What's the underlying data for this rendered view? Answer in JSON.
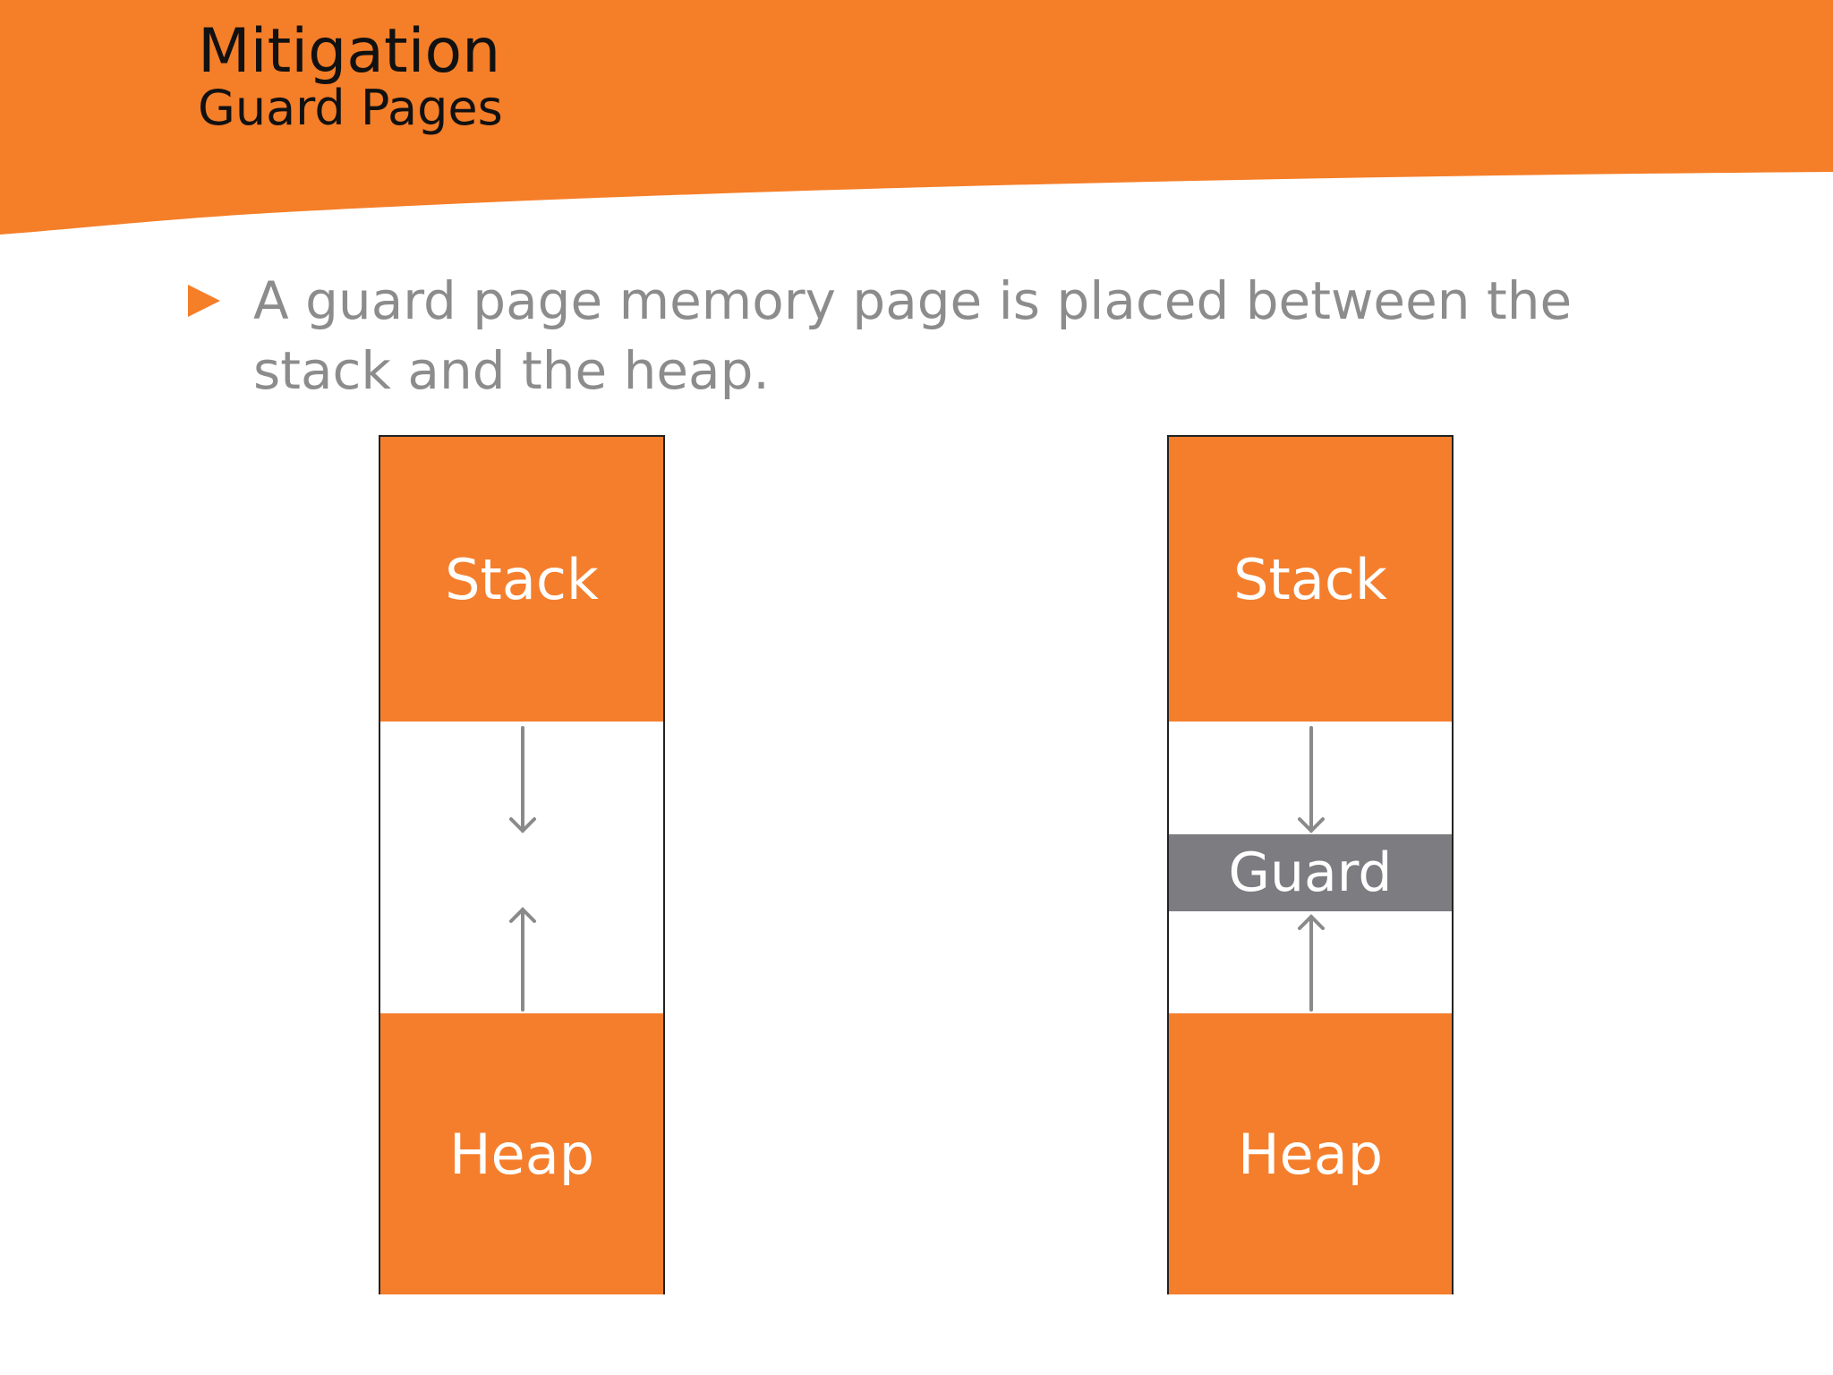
{
  "header": {
    "title": "Mitigation",
    "subtitle": "Guard Pages",
    "accent_color": "#f57e28"
  },
  "bullet": {
    "text": "A guard page memory page is placed between the stack and the heap."
  },
  "diagram": {
    "left": {
      "top_label": "Stack",
      "bottom_label": "Heap"
    },
    "right": {
      "top_label": "Stack",
      "middle_label": "Guard",
      "bottom_label": "Heap"
    },
    "colors": {
      "region": "#f57e2c",
      "guard": "#7d7c80",
      "arrow": "#8a8a8a"
    }
  }
}
